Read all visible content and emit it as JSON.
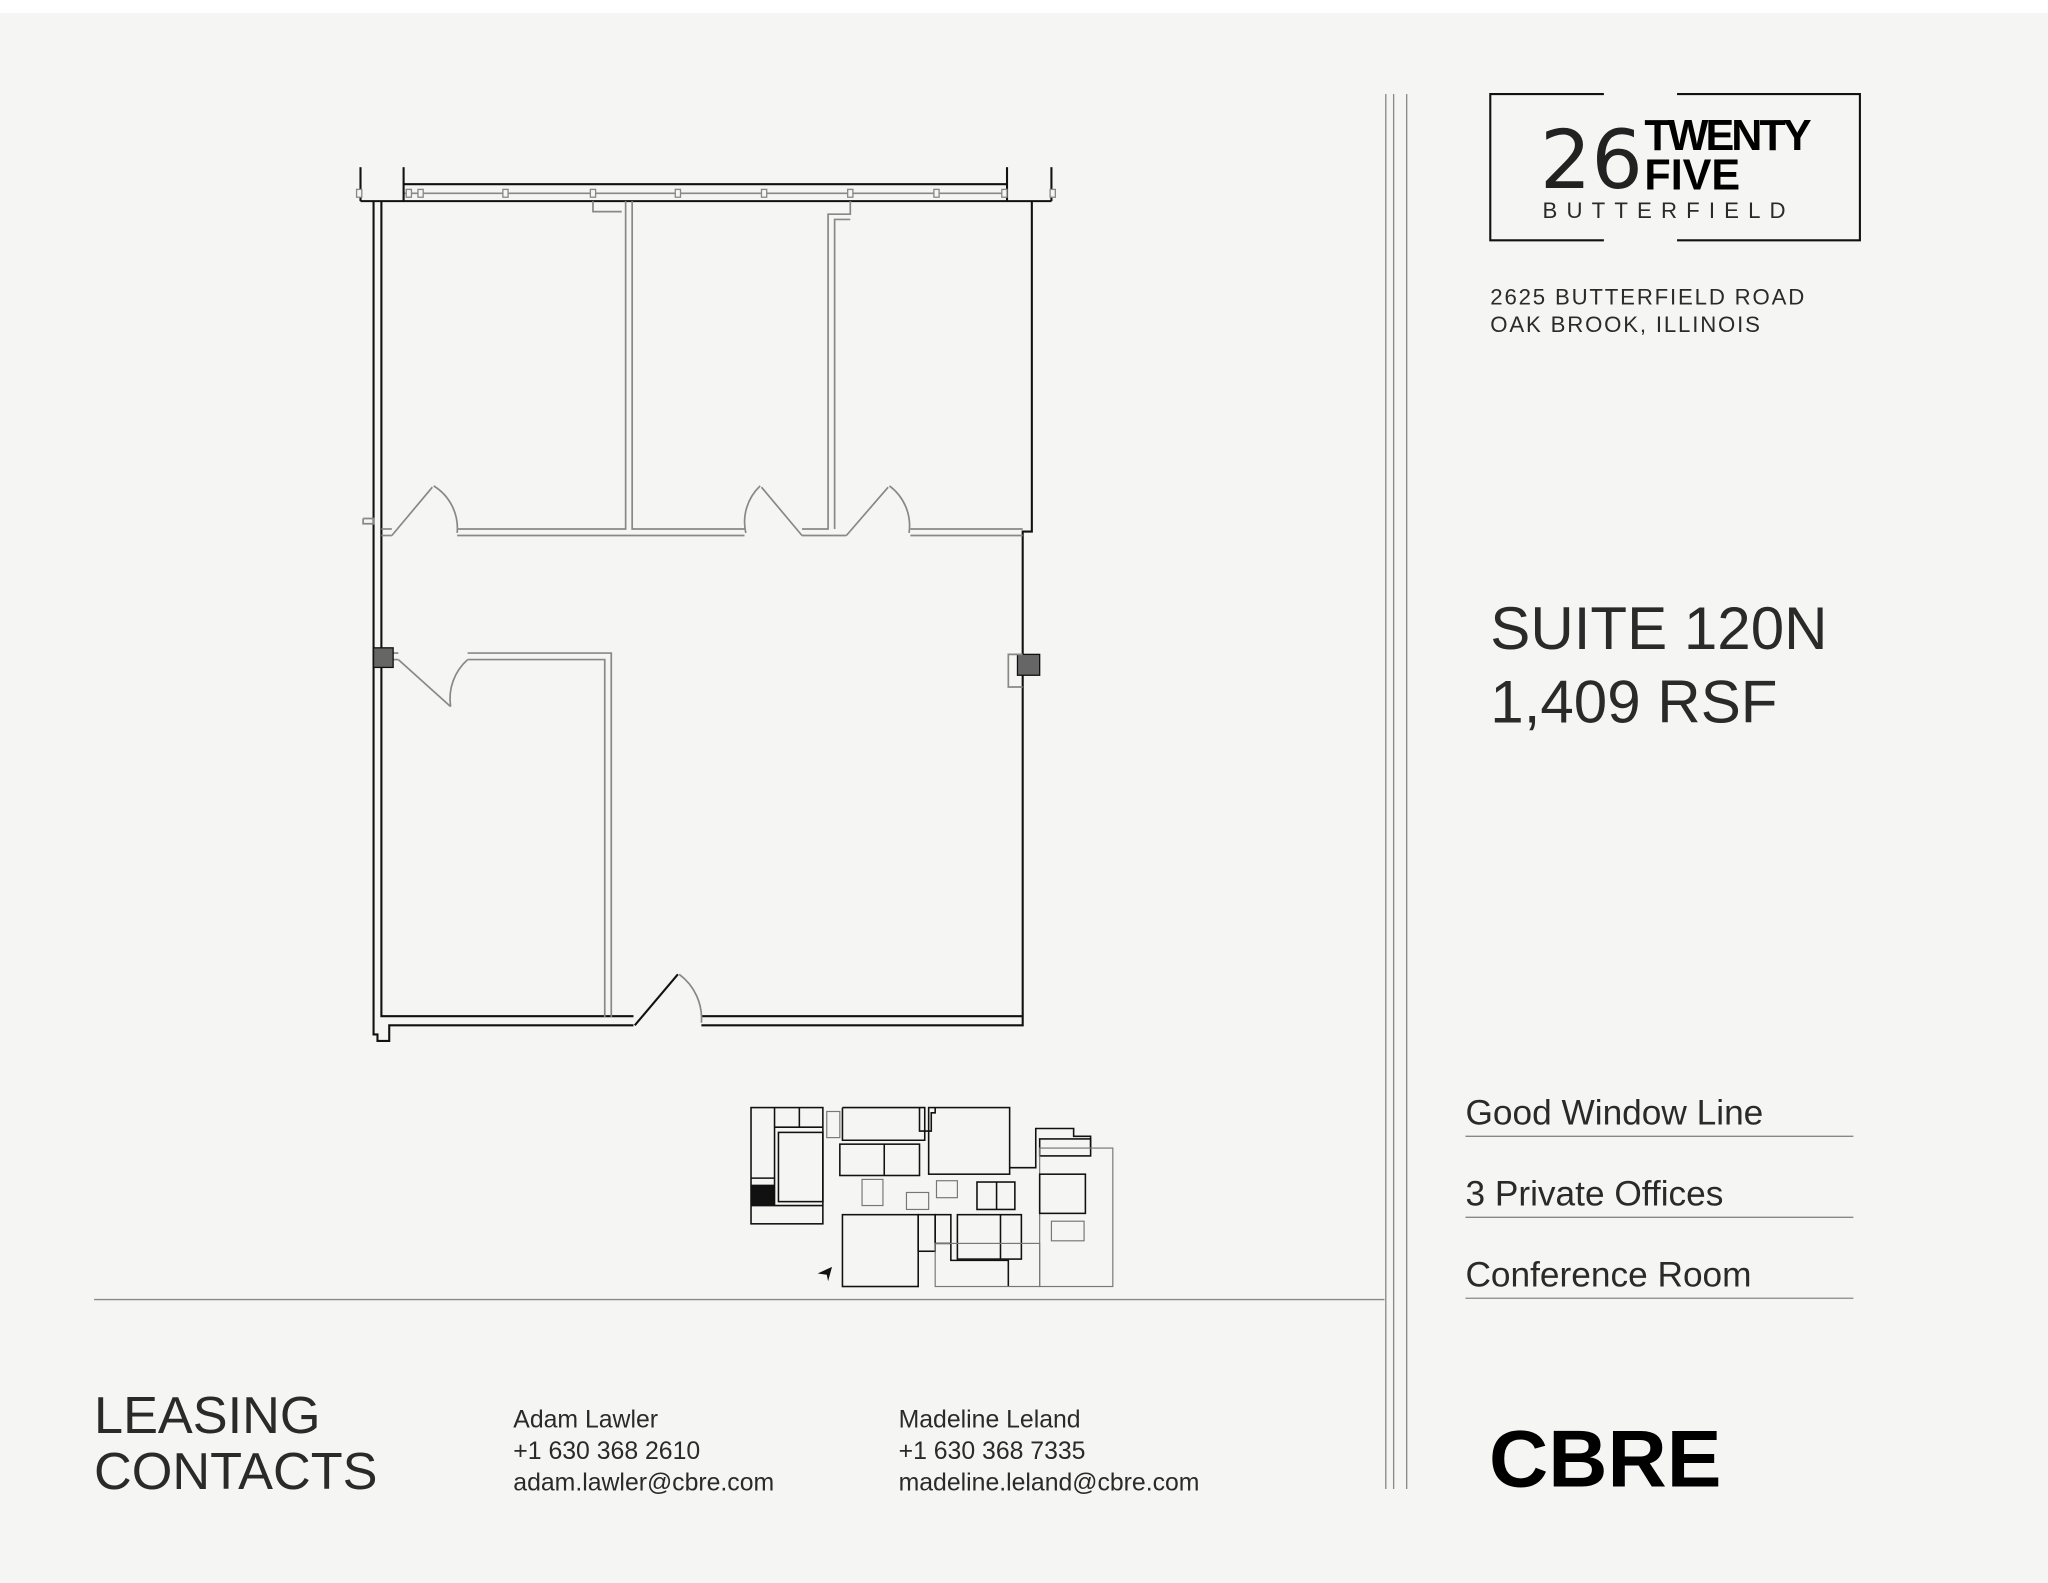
{
  "logo": {
    "number": "26",
    "line1": "TWENTY",
    "line2": "FIVE",
    "line3": "BUTTERFIELD"
  },
  "address": {
    "line1": "2625 BUTTERFIELD ROAD",
    "line2": "OAK BROOK, ILLINOIS"
  },
  "suite": {
    "name": "SUITE 120N",
    "size": "1,409 RSF"
  },
  "features": [
    "Good Window Line",
    "3 Private Offices",
    "Conference Room"
  ],
  "leasing": {
    "title_line1": "LEASING",
    "title_line2": "CONTACTS"
  },
  "contacts": [
    {
      "name": "Adam Lawler",
      "phone": "+1 630 368 2610",
      "email": "adam.lawler@cbre.com"
    },
    {
      "name": "Madeline Leland",
      "phone": "+1 630 368 7335",
      "email": "madeline.leland@cbre.com"
    }
  ],
  "brand": {
    "logo_text": "CBRE"
  },
  "colors": {
    "background": "#f5f5f3",
    "ink": "#111111",
    "partition": "#888888",
    "column": "#666666"
  }
}
